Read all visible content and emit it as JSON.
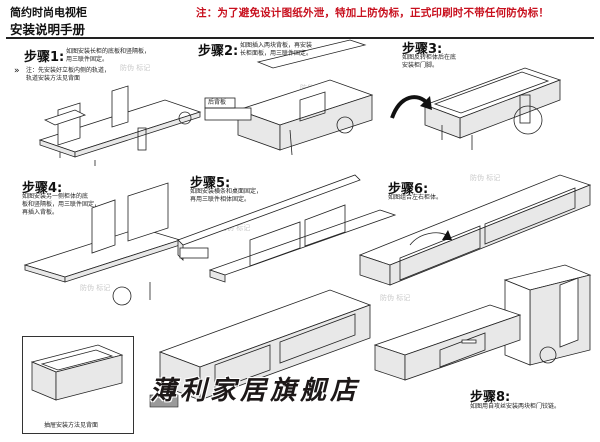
{
  "header": {
    "title_line1": "简约时尚电视柜",
    "title_line2": "安装说明手册",
    "notice": "注：为了避免设计图纸外泄，特加上防伪标，正式印刷时不带任何防伪标！"
  },
  "notes": {
    "prep": "注：先安装好立板内侧的轨道，",
    "prep2": "轨道安装方法见背面",
    "back_panel": "后背板",
    "inset_caption": "抽屉安装方法见背面"
  },
  "steps": [
    {
      "label": "步骤1:",
      "desc1": "如图安装长柜的底板和竖隔板，",
      "desc2": "用三联件固定。"
    },
    {
      "label": "步骤2:",
      "desc1": "如图插入两块背板，再安装",
      "desc2": "长柜面板，用三联件固定。"
    },
    {
      "label": "步骤3:",
      "desc1": "如图反转柜体后在底",
      "desc2": "安装柜门脚。"
    },
    {
      "label": "步骤4:",
      "desc1": "如图安装另一侧柜体的底",
      "desc2": "板和竖隔板，用三联件固定，",
      "desc3": "再插入背板。"
    },
    {
      "label": "步骤5:",
      "desc1": "如图安装横条和桌面固定，",
      "desc2": "再用三联件相体固定。"
    },
    {
      "label": "步骤6:",
      "desc1": "如图组合左右柜体。"
    },
    {
      "label": "步骤8:",
      "desc1": "如图用自攻丝安装两块柜门铰链。"
    }
  ],
  "store_name": "薄利家居旗舰店",
  "icons": {
    "prep_arrow": "double-chevron-right-icon",
    "rotate": "curved-arrow-icon"
  }
}
